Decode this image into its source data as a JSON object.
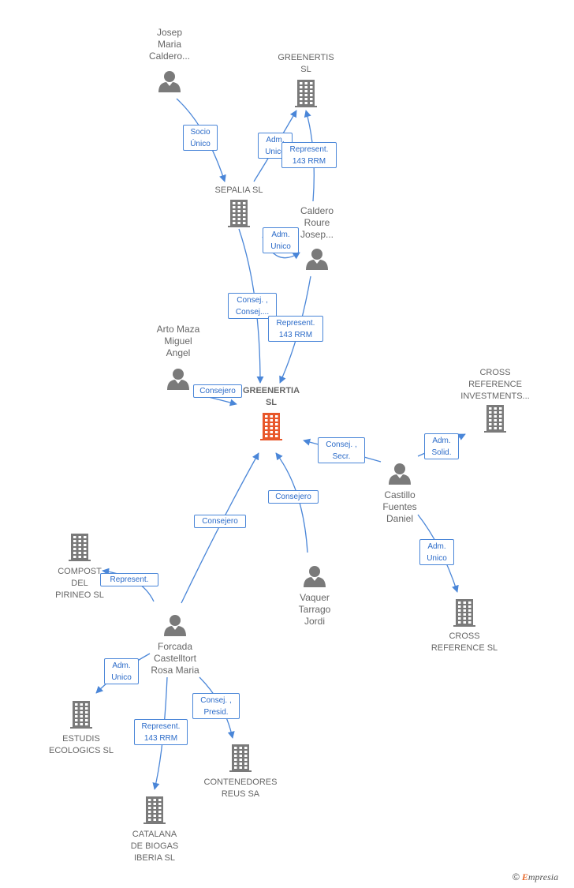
{
  "nodes": {
    "josep": {
      "label": "Josep\nMaria\nCaldero...",
      "type": "person"
    },
    "greenertis": {
      "label": "GREENERTIS\nSL",
      "type": "company"
    },
    "sepalia": {
      "label": "SEPALIA SL",
      "type": "company"
    },
    "caldero": {
      "label": "Caldero\nRoure\nJosep...",
      "type": "person"
    },
    "arto": {
      "label": "Arto Maza\nMiguel\nAngel",
      "type": "person"
    },
    "greenertia": {
      "label": "GREENERTIA\nSL",
      "type": "company-focus"
    },
    "cross_inv": {
      "label": "CROSS\nREFERENCE\nINVESTMENTS...",
      "type": "company"
    },
    "castillo": {
      "label": "Castillo\nFuentes\nDaniel",
      "type": "person"
    },
    "compost": {
      "label": "COMPOST\nDEL\nPIRINEO SL",
      "type": "company"
    },
    "vaquer": {
      "label": "Vaquer\nTarrago\nJordi",
      "type": "person"
    },
    "cross_ref": {
      "label": "CROSS\nREFERENCE SL",
      "type": "company"
    },
    "forcada": {
      "label": "Forcada\nCastelltort\nRosa Maria",
      "type": "person"
    },
    "estudis": {
      "label": "ESTUDIS\nECOLOGICS SL",
      "type": "company"
    },
    "contenedores": {
      "label": "CONTENEDORES\nREUS SA",
      "type": "company"
    },
    "catalana": {
      "label": "CATALANA\nDE BIOGAS\nIBERIA  SL",
      "type": "company"
    }
  },
  "edges": [
    {
      "id": "e1",
      "from": "josep",
      "to": "sepalia",
      "label": "Socio\nÚnico"
    },
    {
      "id": "e2",
      "from": "sepalia",
      "to": "greenertis",
      "label": "Adm.\nUnico"
    },
    {
      "id": "e3",
      "from": "caldero",
      "to": "greenertis",
      "label": "Represent.\n143 RRM"
    },
    {
      "id": "e4",
      "from": "sepalia",
      "to": "greenertia",
      "label": "Consej. ,\nConsej...."
    },
    {
      "id": "e5",
      "from": "caldero",
      "to": "greenertia",
      "label": "Represent.\n143 RRM"
    },
    {
      "id": "e5b",
      "from": "caldero",
      "to": "sepalia",
      "label": "Adm.\nUnico"
    },
    {
      "id": "e6",
      "from": "arto",
      "to": "greenertia",
      "label": "Consejero"
    },
    {
      "id": "e7",
      "from": "castillo",
      "to": "greenertia",
      "label": "Consej. ,\nSecr."
    },
    {
      "id": "e8",
      "from": "castillo",
      "to": "cross_inv",
      "label": "Adm.\nSolid."
    },
    {
      "id": "e9",
      "from": "castillo",
      "to": "cross_ref",
      "label": "Adm.\nUnico"
    },
    {
      "id": "e10",
      "from": "forcada",
      "to": "greenertia",
      "label": "Consejero"
    },
    {
      "id": "e11",
      "from": "vaquer",
      "to": "greenertia",
      "label": "Consejero"
    },
    {
      "id": "e12",
      "from": "forcada",
      "to": "compost",
      "label": "Represent."
    },
    {
      "id": "e13",
      "from": "forcada",
      "to": "estudis",
      "label": "Adm.\nUnico"
    },
    {
      "id": "e14",
      "from": "forcada",
      "to": "catalana",
      "label": "Represent.\n143 RRM"
    },
    {
      "id": "e15",
      "from": "forcada",
      "to": "contenedores",
      "label": "Consej. ,\nPresid."
    }
  ],
  "colors": {
    "edge": "#4a86d8",
    "node": "#7a7a7a",
    "focus": "#e8572a",
    "label_text": "#2a6ac8"
  },
  "footer": {
    "copyright": "©",
    "brand_initial": "E",
    "brand_rest": "mpresia"
  }
}
